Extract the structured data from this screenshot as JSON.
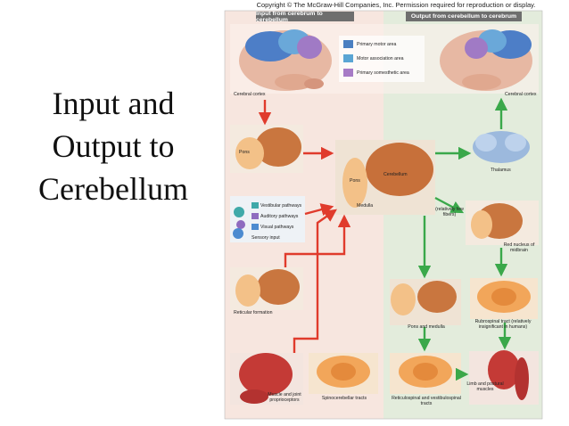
{
  "slide": {
    "title_line1": "Input and",
    "title_line2": "Output to",
    "title_line3": "Cerebellum"
  },
  "figure": {
    "copyright": "Copyright © The McGraw-Hill Companies, Inc. Permission required for reproduction or display.",
    "input_header": "Input from cerebrum to cerebellum",
    "output_header": "Output from cerebellum to cerebrum",
    "legend": [
      {
        "label": "Primary motor area",
        "color": "#4a7fc1"
      },
      {
        "label": "Motor association area",
        "color": "#5aa5d4"
      },
      {
        "label": "Primary somesthetic area",
        "color": "#a77bc6"
      }
    ],
    "sensory_legend": [
      {
        "label": "Vestibular pathways",
        "color": "#3fa9a9"
      },
      {
        "label": "Auditory pathways",
        "color": "#8e6bbf"
      },
      {
        "label": "Visual pathways",
        "color": "#4c8bd0"
      }
    ],
    "labels": {
      "cerebral_cortex_left": "Cerebral cortex",
      "cerebral_cortex_right": "Cerebral cortex",
      "pons_left": "Pons",
      "pons_center": "Pons",
      "cerebellum": "Cerebellum",
      "medulla": "Medulla",
      "sensory_input": "Sensory input",
      "reticular_formation": "Reticular formation",
      "thalamus": "Thalamus",
      "relatively_few_fibers": "(relatively few fibers)",
      "red_nucleus": "Red nucleus of midbrain",
      "pons_and_medulla": "Pons and medulla",
      "rubrospinal_tract": "Rubrospinal tract (relatively insignificant in humans)",
      "muscle_and_joint": "Muscle and joint proprioceptors",
      "spinocerebellar": "Spinocerebellar tracts",
      "reticulospinal": "Reticulospinal and vestibulospinal tracts",
      "limb_muscles": "Limb and postural muscles"
    }
  }
}
